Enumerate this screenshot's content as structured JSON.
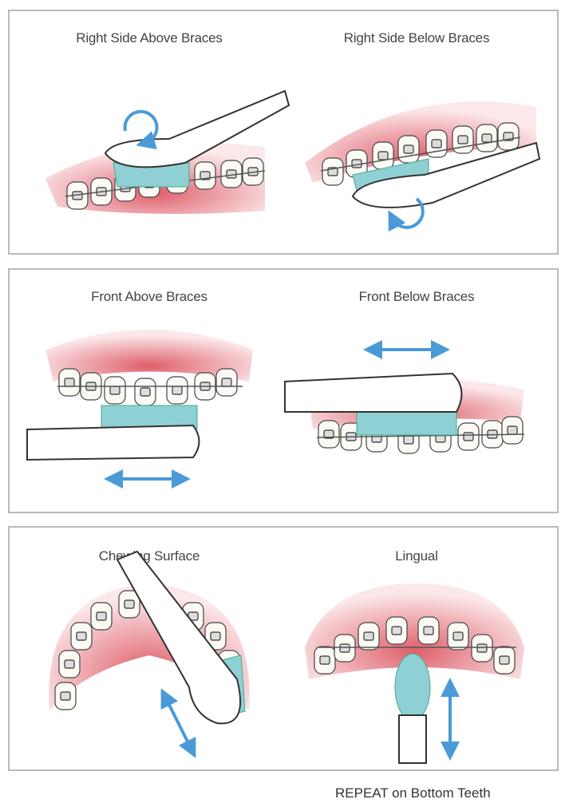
{
  "panels": [
    {
      "left": "Right Side Above Braces",
      "right": "Right Side Below Braces"
    },
    {
      "left": "Front Above Braces",
      "right": "Front Below Braces"
    },
    {
      "left": "Chewing Surface",
      "right": "Lingual"
    }
  ],
  "footer": "REPEAT on Bottom Teeth",
  "colors": {
    "gum": "#f3a7ae",
    "bristle": "#8fd0d4",
    "arrow": "#4a9ad8",
    "border": "#b9b9b9"
  }
}
